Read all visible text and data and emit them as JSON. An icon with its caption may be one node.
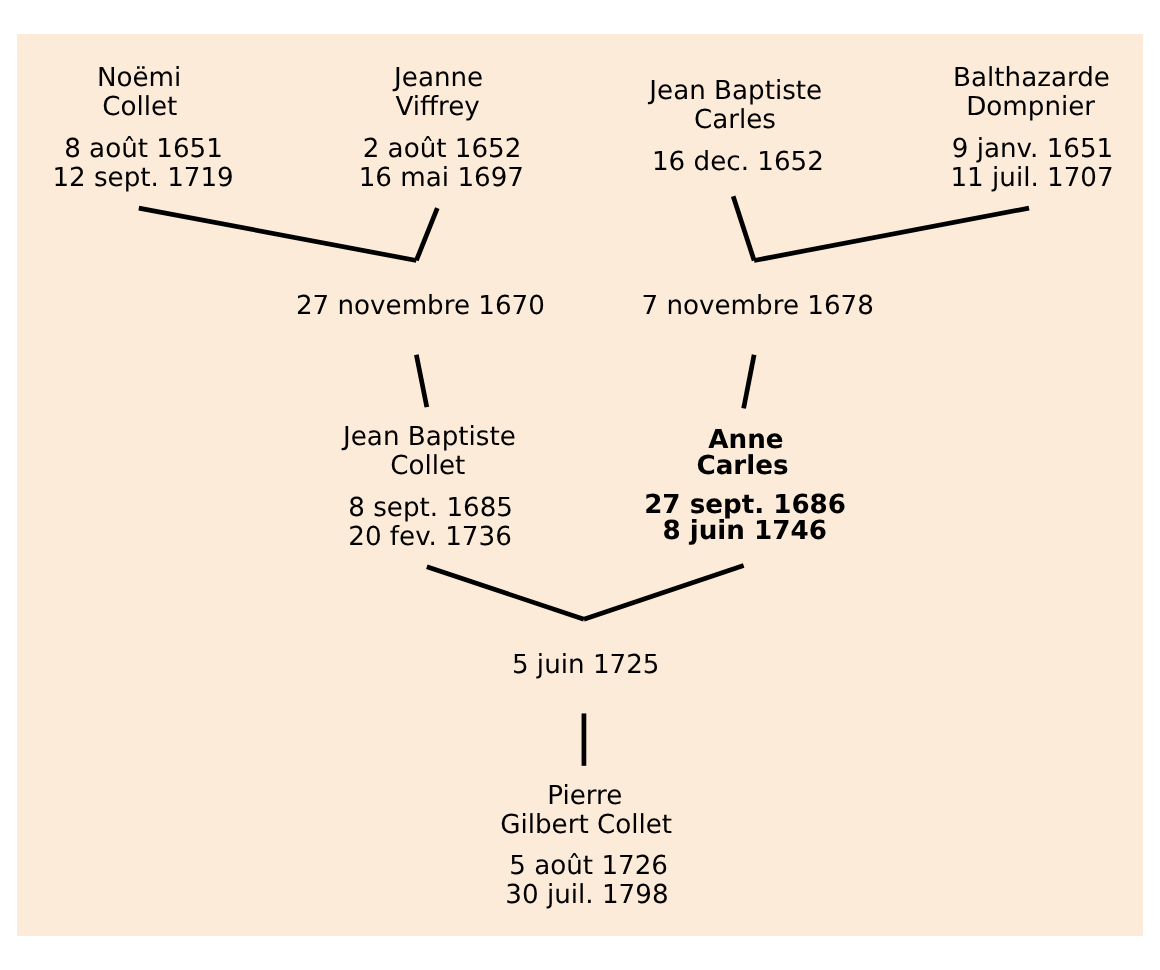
{
  "diagram": {
    "nodes": [
      {
        "text": [
          "Noëmi Collet",
          "8 août 1651",
          "12 sept. 1719"
        ]
      },
      {
        "text": [
          "Jeanne Viffrey",
          "2 août 1652",
          "16 mai 1697"
        ]
      },
      {
        "text": [
          "Jean Baptiste Carles",
          "16 dec. 1652"
        ]
      },
      {
        "text": [
          "Balthazarde Dompnier",
          "9 janv. 1651",
          "11 juil. 1707"
        ]
      },
      {
        "text": [
          "27 novembre 1670"
        ]
      },
      {
        "text": [
          "7 novembre 1678"
        ]
      },
      {
        "text": [
          "Jean Baptiste Collet",
          "8 sept. 1685",
          "20 fev. 1736"
        ]
      },
      {
        "text": [
          "Anne Carles",
          "27 sept. 1686",
          "8 juin 1746"
        ]
      },
      {
        "text": [
          "5 juin 1725"
        ]
      },
      {
        "text": [
          "Pierre Gilbert Collet",
          "5 août 1726",
          "30 juil. 1798"
        ]
      }
    ],
    "edges": [
      {
        "from": 0,
        "to": 4,
        "arrow": "none"
      },
      {
        "from": 1,
        "to": 4,
        "arrow": "none"
      },
      {
        "from": 4,
        "to": 6,
        "arrow": "none"
      },
      {
        "from": 2,
        "to": 5,
        "arrow": "none"
      },
      {
        "from": 3,
        "to": 5,
        "arrow": "none"
      },
      {
        "from": 5,
        "to": 7,
        "arrow": "none"
      },
      {
        "from": 6,
        "to": 8,
        "arrow": "none"
      },
      {
        "from": 7,
        "to": 8,
        "arrow": "none"
      },
      {
        "from": 8,
        "to": 9,
        "arrow": "none"
      }
    ]
  }
}
